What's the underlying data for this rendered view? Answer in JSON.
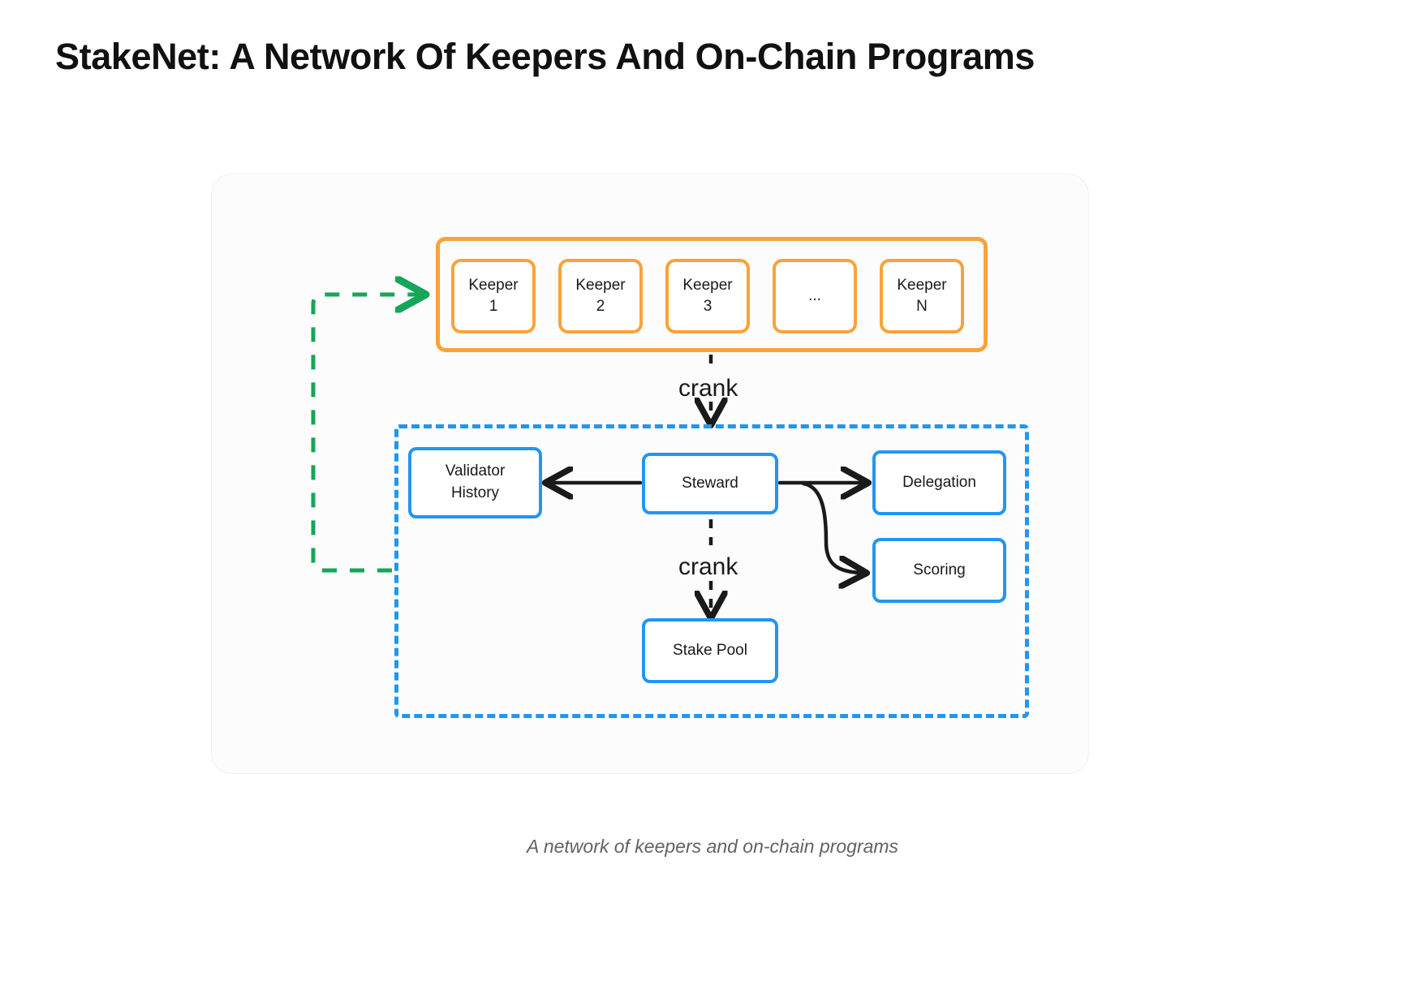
{
  "page": {
    "title": "StakeNet: A Network Of Keepers And On-Chain Programs",
    "caption": "A network of keepers and on-chain programs",
    "background": "#ffffff"
  },
  "colors": {
    "keeper_border": "#f9a23c",
    "program_border": "#2196f3",
    "feedback_arrow": "#17a558",
    "arrow": "#1a1a1a",
    "title_text": "#111111",
    "caption_text": "#5f6368",
    "card_background": "#fcfcfc"
  },
  "diagram": {
    "keeper_group": {
      "name": "keepers",
      "border_style": "solid",
      "items": [
        {
          "line1": "Keeper",
          "line2": "1"
        },
        {
          "line1": "Keeper",
          "line2": "2"
        },
        {
          "line1": "Keeper",
          "line2": "3"
        },
        {
          "line1": "...",
          "line2": ""
        },
        {
          "line1": "Keeper",
          "line2": "N"
        }
      ]
    },
    "programs_group": {
      "name": "on-chain-programs",
      "border_style": "dashed",
      "boxes": [
        {
          "id": "validator-history",
          "line1": "Validator",
          "line2": "History"
        },
        {
          "id": "steward",
          "line1": "Steward",
          "line2": ""
        },
        {
          "id": "delegation",
          "line1": "Delegation",
          "line2": ""
        },
        {
          "id": "scoring",
          "line1": "Scoring",
          "line2": ""
        },
        {
          "id": "stake-pool",
          "line1": "Stake Pool",
          "line2": ""
        }
      ]
    },
    "edges": {
      "crank_top_label": "crank",
      "crank_bottom_label": "crank"
    }
  }
}
